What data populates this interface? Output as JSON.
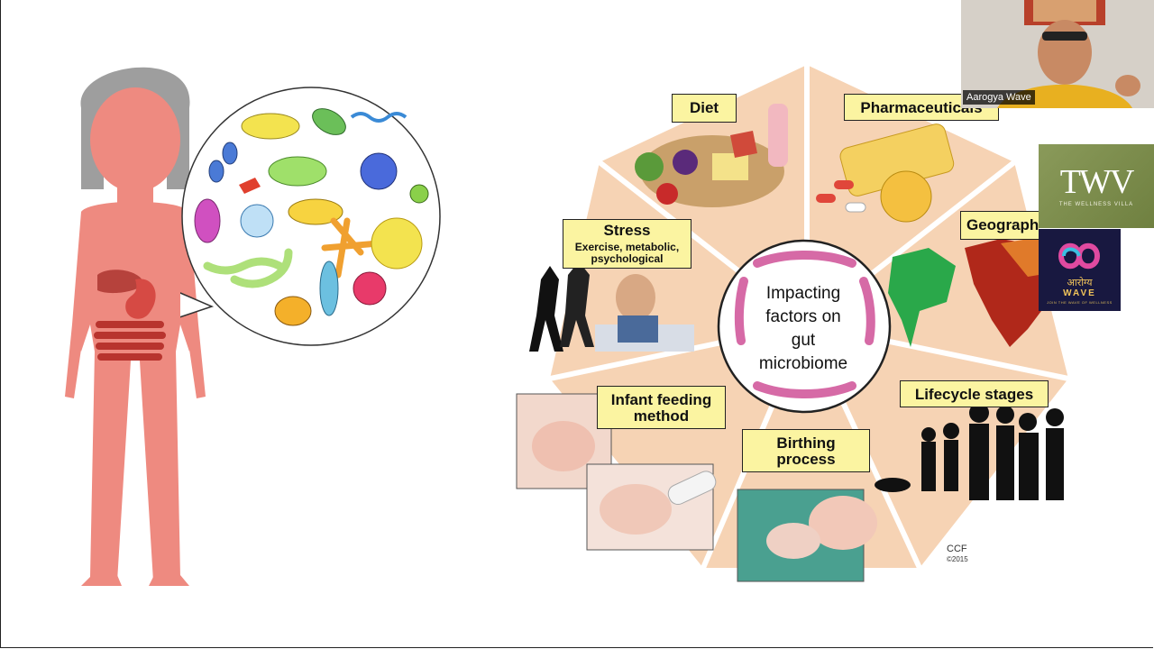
{
  "slide": {
    "center_title_lines": [
      "Impacting",
      "factors on",
      "gut",
      "microbiome"
    ],
    "factors": {
      "diet": "Diet",
      "pharmaceuticals": "Pharmaceuticals",
      "geography": "Geograph",
      "lifecycle": "Lifecycle stages",
      "birthing_line1": "Birthing",
      "birthing_line2": "process",
      "infant_line1": "Infant feeding",
      "infant_line2": "method",
      "stress_title": "Stress",
      "stress_sub_line1": "Exercise, metabolic,",
      "stress_sub_line2": "psychological"
    },
    "credit_line1": "CCF",
    "credit_line2": "©2015"
  },
  "video": {
    "participant_name": "Aarogya Wave"
  },
  "logos": {
    "twv_mark": "TWV",
    "twv_sub": "THE WELLNESS VILLA",
    "wave_hindi": "आरोग्य",
    "wave_name": "WAVE",
    "wave_tag": "JOIN THE WAVE OF WELLNESS"
  },
  "colors": {
    "label_fill": "#fbf4a1",
    "hex_fill": "#f6d3b4",
    "body_fill": "#ee8a80",
    "hair": "#9e9e9e",
    "microbe_outline": "#d66aa6"
  }
}
